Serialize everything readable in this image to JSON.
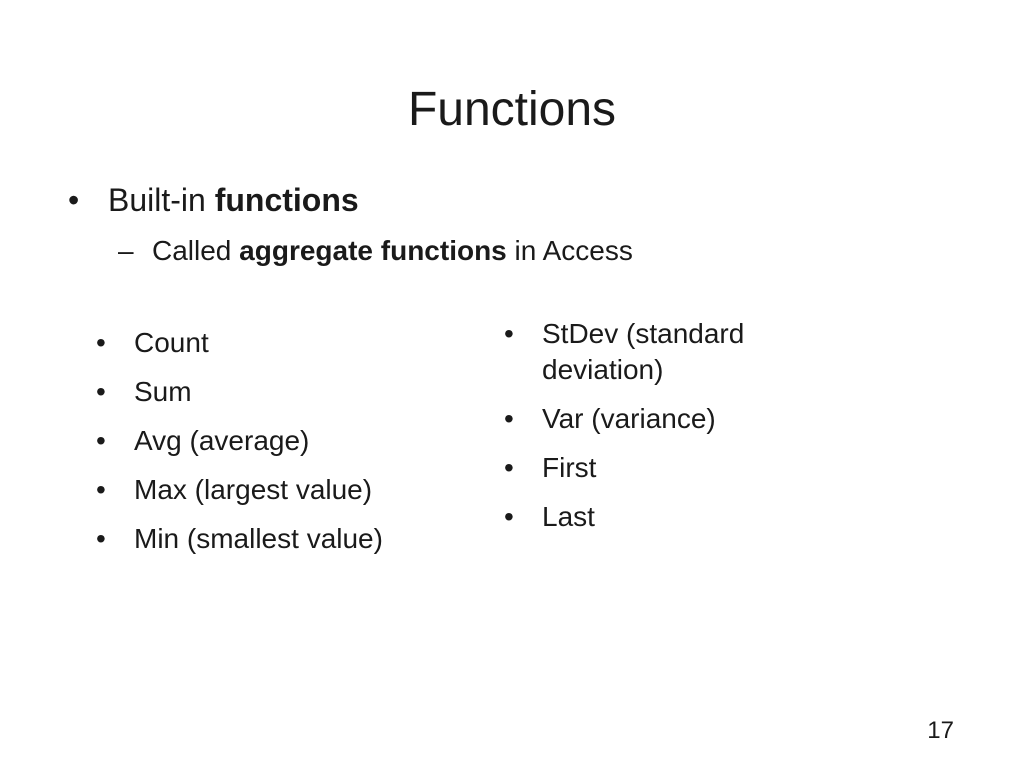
{
  "slide": {
    "title": "Functions",
    "main_bullet": {
      "bullet": "•",
      "text_prefix": "Built-in ",
      "text_bold": "functions"
    },
    "sub_bullet": {
      "bullet": "–",
      "text_prefix": "Called ",
      "text_bold": "aggregate functions",
      "text_suffix": " in Access"
    },
    "left_list": [
      "Count",
      "Sum",
      "Avg (average)",
      "Max (largest value)",
      "Min (smallest value)"
    ],
    "right_list": [
      "StDev (standard deviation)",
      "Var (variance)",
      "First",
      "Last"
    ],
    "list_bullet": "•",
    "page_number": "17"
  }
}
